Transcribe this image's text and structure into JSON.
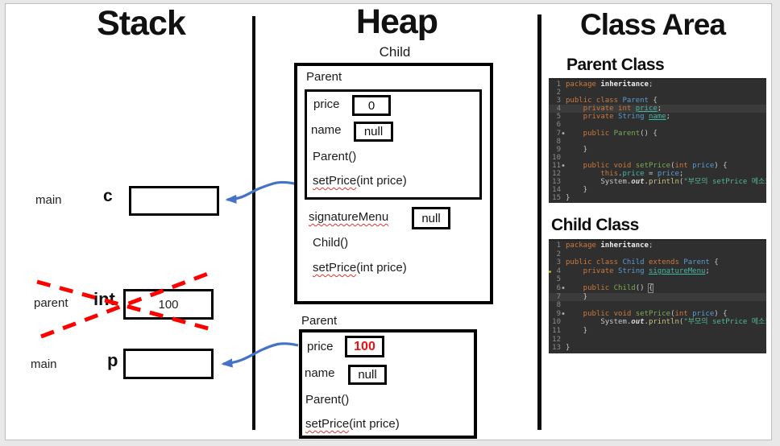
{
  "titles": {
    "stack": "Stack",
    "heap": "Heap",
    "class_area": "Class Area"
  },
  "stack": {
    "rows": [
      {
        "frame": "main",
        "var": "c",
        "value": ""
      },
      {
        "frame": "parent",
        "var": "int",
        "value": "100"
      },
      {
        "frame": "main",
        "var": "p",
        "value": ""
      }
    ]
  },
  "heap": {
    "child": {
      "title": "Child",
      "section_label": "Parent",
      "price_label": "price",
      "price_value": "0",
      "name_label": "name",
      "name_value": "null",
      "parent_ctor": "Parent()",
      "setprice_name": "setPrice",
      "setprice_args": "(int price)",
      "sig_label": "signatureMenu",
      "sig_value": "null",
      "child_ctor": "Child()"
    },
    "parent": {
      "title": "Parent",
      "price_label": "price",
      "price_value": "100",
      "name_label": "name",
      "name_value": "null",
      "parent_ctor": "Parent()",
      "setprice_name": "setPrice",
      "setprice_args": "(int price)"
    }
  },
  "class_area": {
    "parent_heading": "Parent Class",
    "child_heading": "Child Class",
    "parent_code": {
      "lines": [
        {
          "n": "1",
          "tokens": [
            [
              "kw",
              "package "
            ],
            [
              "idb",
              "inheritance"
            ],
            [
              "pu",
              ";"
            ]
          ]
        },
        {
          "n": "2",
          "tokens": []
        },
        {
          "n": "3",
          "tokens": [
            [
              "kw",
              "public class "
            ],
            [
              "cls",
              "Parent"
            ],
            [
              "pu",
              " {"
            ]
          ]
        },
        {
          "n": "4",
          "hl": true,
          "tokens": [
            [
              "kw",
              "    private int "
            ],
            [
              "fldu",
              "price"
            ],
            [
              "pu",
              ";"
            ]
          ]
        },
        {
          "n": "5",
          "tokens": [
            [
              "kw",
              "    private "
            ],
            [
              "cls",
              "String "
            ],
            [
              "fldu",
              "name"
            ],
            [
              "pu",
              ";"
            ]
          ]
        },
        {
          "n": "6",
          "tokens": []
        },
        {
          "n": "7",
          "marker": "dot",
          "tokens": [
            [
              "kw",
              "    public "
            ],
            [
              "mth",
              "Parent"
            ],
            [
              "pu",
              "() {"
            ]
          ]
        },
        {
          "n": "8",
          "tokens": []
        },
        {
          "n": "9",
          "tokens": [
            [
              "pu",
              "    }"
            ]
          ]
        },
        {
          "n": "10",
          "tokens": []
        },
        {
          "n": "11",
          "marker": "dot",
          "tokens": [
            [
              "kw",
              "    public void "
            ],
            [
              "mth",
              "setPrice"
            ],
            [
              "pu",
              "("
            ],
            [
              "kw",
              "int "
            ],
            [
              "prm",
              "price"
            ],
            [
              "pu",
              ") {"
            ]
          ]
        },
        {
          "n": "12",
          "tokens": [
            [
              "kw",
              "        this"
            ],
            [
              "pu",
              "."
            ],
            [
              "fld",
              "price"
            ],
            [
              "pu",
              " = "
            ],
            [
              "prm",
              "price"
            ],
            [
              "pu",
              ";"
            ]
          ]
        },
        {
          "n": "13",
          "tokens": [
            [
              "pl",
              "        System."
            ],
            [
              "sf",
              "out"
            ],
            [
              "pu",
              "."
            ],
            [
              "mthc",
              "println"
            ],
            [
              "pu",
              "("
            ],
            [
              "str",
              "\"부모의 setPrice 메소드입니다.\""
            ],
            [
              "pu",
              ");"
            ]
          ]
        },
        {
          "n": "14",
          "tokens": [
            [
              "pu",
              "    }"
            ]
          ]
        },
        {
          "n": "15",
          "tokens": [
            [
              "pu",
              "}"
            ]
          ]
        }
      ]
    },
    "child_code": {
      "lines": [
        {
          "n": "1",
          "tokens": [
            [
              "kw",
              "package "
            ],
            [
              "idb",
              "inheritance"
            ],
            [
              "pu",
              ";"
            ]
          ]
        },
        {
          "n": "2",
          "tokens": []
        },
        {
          "n": "3",
          "tokens": [
            [
              "kw",
              "public class "
            ],
            [
              "cls",
              "Child"
            ],
            [
              "kw",
              " extends "
            ],
            [
              "cls",
              "Parent"
            ],
            [
              "pu",
              " {"
            ]
          ]
        },
        {
          "n": "4",
          "marker": "warn",
          "tokens": [
            [
              "kw",
              "    private "
            ],
            [
              "cls",
              "String "
            ],
            [
              "fldu",
              "signatureMenu"
            ],
            [
              "pu",
              ";"
            ]
          ]
        },
        {
          "n": "5",
          "tokens": []
        },
        {
          "n": "6",
          "marker": "dot",
          "tokens": [
            [
              "kw",
              "    public "
            ],
            [
              "mth",
              "Child"
            ],
            [
              "pu",
              "() "
            ],
            [
              "sel",
              "{"
            ]
          ]
        },
        {
          "n": "7",
          "hl": true,
          "tokens": [
            [
              "pu",
              "    }"
            ]
          ]
        },
        {
          "n": "8",
          "tokens": []
        },
        {
          "n": "9",
          "marker": "dot",
          "tokens": [
            [
              "kw",
              "    public void "
            ],
            [
              "mth",
              "setPrice"
            ],
            [
              "pu",
              "("
            ],
            [
              "kw",
              "int "
            ],
            [
              "prm",
              "price"
            ],
            [
              "pu",
              ") {"
            ]
          ]
        },
        {
          "n": "10",
          "tokens": [
            [
              "pl",
              "        System."
            ],
            [
              "sf",
              "out"
            ],
            [
              "pu",
              "."
            ],
            [
              "mthc",
              "println"
            ],
            [
              "pu",
              "("
            ],
            [
              "str",
              "\"부모의 setPrice 메소드입니다.\""
            ],
            [
              "pu",
              ");"
            ]
          ]
        },
        {
          "n": "11",
          "tokens": [
            [
              "pu",
              "    }"
            ]
          ]
        },
        {
          "n": "12",
          "tokens": []
        },
        {
          "n": "13",
          "tokens": [
            [
              "pu",
              "}"
            ]
          ]
        }
      ]
    }
  },
  "colors": {
    "arrow_blue": "#4472C4",
    "cross_red": "#FF0000",
    "value_red": "#EE1111",
    "code_bg": "#2F2F2F"
  }
}
